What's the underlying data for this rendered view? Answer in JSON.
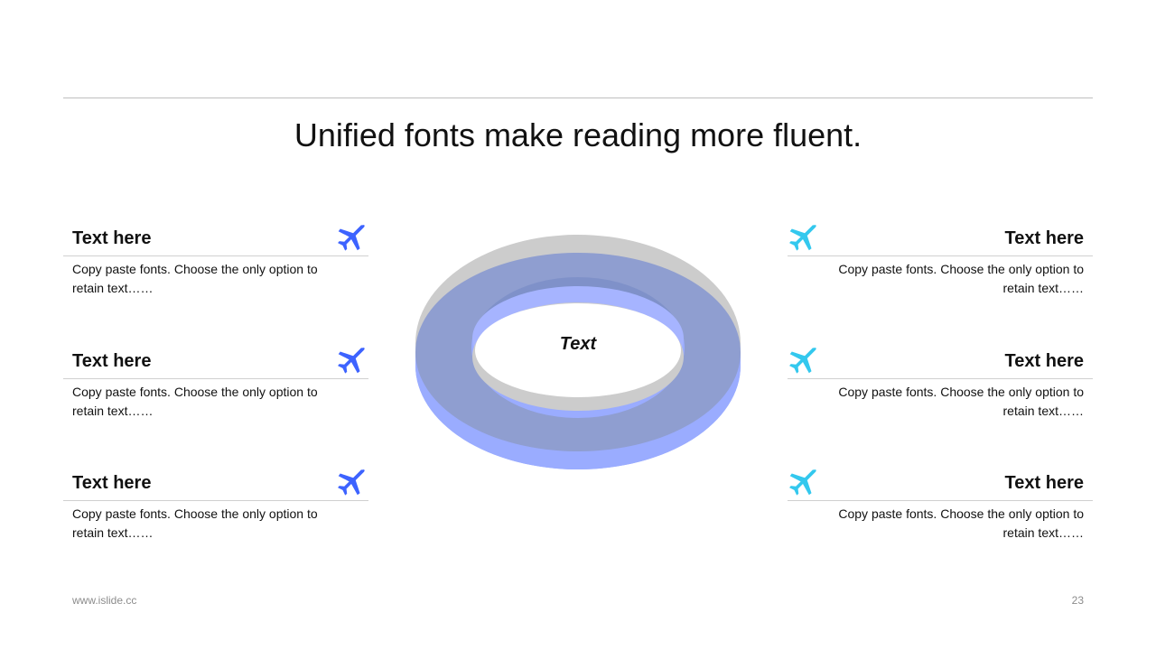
{
  "title": "Unified fonts make reading more fluent.",
  "center_label": "Text",
  "colors": {
    "left_icon": "#3d63ff",
    "right_icon": "#33c8ee",
    "ring_top": "#8f9ed0",
    "ring_side": "#9aacff",
    "ring_back": "#cccccc"
  },
  "left_items": [
    {
      "title": "Text here",
      "desc": "Copy paste fonts. Choose the only option to retain text……",
      "icon": "airplane-icon"
    },
    {
      "title": "Text here",
      "desc": "Copy paste fonts. Choose the only option to retain text……",
      "icon": "airplane-icon"
    },
    {
      "title": "Text here",
      "desc": "Copy paste fonts. Choose the only option to retain text……",
      "icon": "airplane-icon"
    }
  ],
  "right_items": [
    {
      "title": "Text here",
      "desc": "Copy paste fonts. Choose the only option to retain text……",
      "icon": "airplane-icon"
    },
    {
      "title": "Text here",
      "desc": "Copy paste fonts. Choose the only option to retain text……",
      "icon": "airplane-icon"
    },
    {
      "title": "Text here",
      "desc": "Copy paste fonts. Choose the only option to retain text……",
      "icon": "airplane-icon"
    }
  ],
  "footer": {
    "website": "www.islide.cc",
    "page_number": "23"
  }
}
